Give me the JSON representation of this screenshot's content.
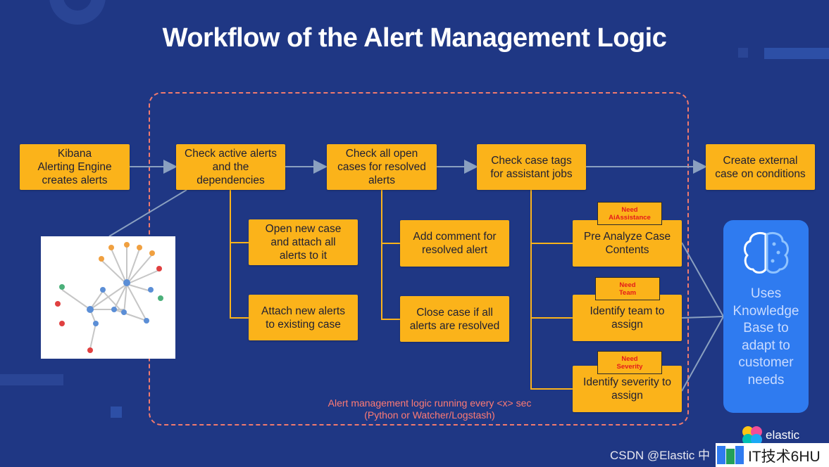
{
  "title": "Workflow of the Alert Management Logic",
  "boxes": {
    "kibana": "Kibana\nAlerting Engine\ncreates alerts",
    "check_active": "Check active alerts\nand the\ndependencies",
    "check_open": "Check all open\ncases for resolved\nalerts",
    "check_tags": "Check case tags\nfor assistant jobs",
    "create_external": "Create external\ncase on conditions",
    "open_new": "Open new case\nand attach all\nalerts to it",
    "attach_new": "Attach new alerts\nto existing case",
    "add_comment": "Add comment for\nresolved alert",
    "close_case": "Close case if all\nalerts are resolved",
    "pre_analyze": "Pre Analyze Case\nContents",
    "identify_team": "Identify team to\nassign",
    "identify_severity": "Identify severity to\nassign"
  },
  "tags": {
    "ai": "Need\nAiAssistance",
    "team": "Need\nTeam",
    "severity": "Need\nSeverity"
  },
  "loop_text": "Alert management logic running every <x> sec\n(Python or Watcher/Logstash)",
  "knowledge_base": "Uses\nKnowledge\nBase to\nadapt to\ncustomer\nneeds",
  "brand": "elastic",
  "watermark": "CSDN @Elastic 中",
  "it_badge": "IT技术6HU",
  "colors": {
    "background": "#1f3784",
    "box": "#fbb31a",
    "connector": "#8aa0c0",
    "dashed": "#f07a6e",
    "knowledge_base": "#2f7bf0"
  }
}
